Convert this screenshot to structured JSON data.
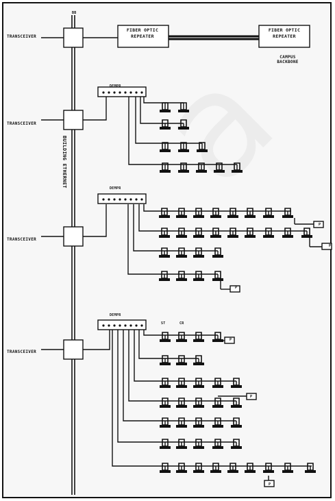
{
  "diagram": {
    "top_label": "BB",
    "transceiver_label": "TRANSCEIVER",
    "repeater_left": {
      "line1": "FIBER OPTIC",
      "line2": "REPEATER"
    },
    "repeater_right": {
      "line1": "FIBER OPTIC",
      "line2": "REPEATER"
    },
    "campus_label": {
      "line1": "CAMPUS",
      "line2": "BACKBONE"
    },
    "backbone_label": "BUILDING ETHERNET",
    "hub_label": "DEMPR",
    "printer_label": "P",
    "column_labels": [
      "ST",
      "CR"
    ],
    "colors": {
      "line": "#111111",
      "background": "#f7f7f7",
      "watermark": "#cfcfcf"
    },
    "icons": [
      "terminal-icon",
      "printer-icon"
    ]
  }
}
